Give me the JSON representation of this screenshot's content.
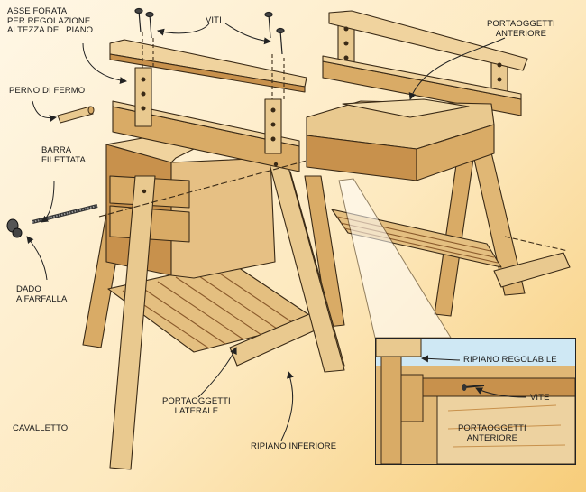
{
  "labels": {
    "asse_forata": "ASSE FORATA\nPER REGOLAZIONE\nALTEZZA DEL PIANO",
    "viti": "VITI",
    "portaoggetti_anteriore": "PORTAOGGETTI\nANTERIORE",
    "perno_di_fermo": "PERNO DI FERMO",
    "barra_filettata": "BARRA\nFILETTATA",
    "dado_a_farfalla": "DADO\nA FARFALLA",
    "cavalletto": "CAVALLETTO",
    "portaoggetti_laterale": "PORTAOGGETTI\nLATERALE",
    "ripiano_inferiore": "RIPIANO INFERIORE"
  },
  "inset": {
    "ripiano_regolabile": "RIPIANO REGOLABILE",
    "vite": "VITE",
    "portaoggetti_anteriore": "PORTAOGGETTI\nANTERIORE"
  },
  "colors": {
    "wood_light": "#e9c98f",
    "wood_mid": "#d9ab66",
    "wood_dark": "#b98443",
    "wood_shadow": "#8a5a2b",
    "inset_sky": "#cfe8f4",
    "outline": "#3a2a16"
  }
}
